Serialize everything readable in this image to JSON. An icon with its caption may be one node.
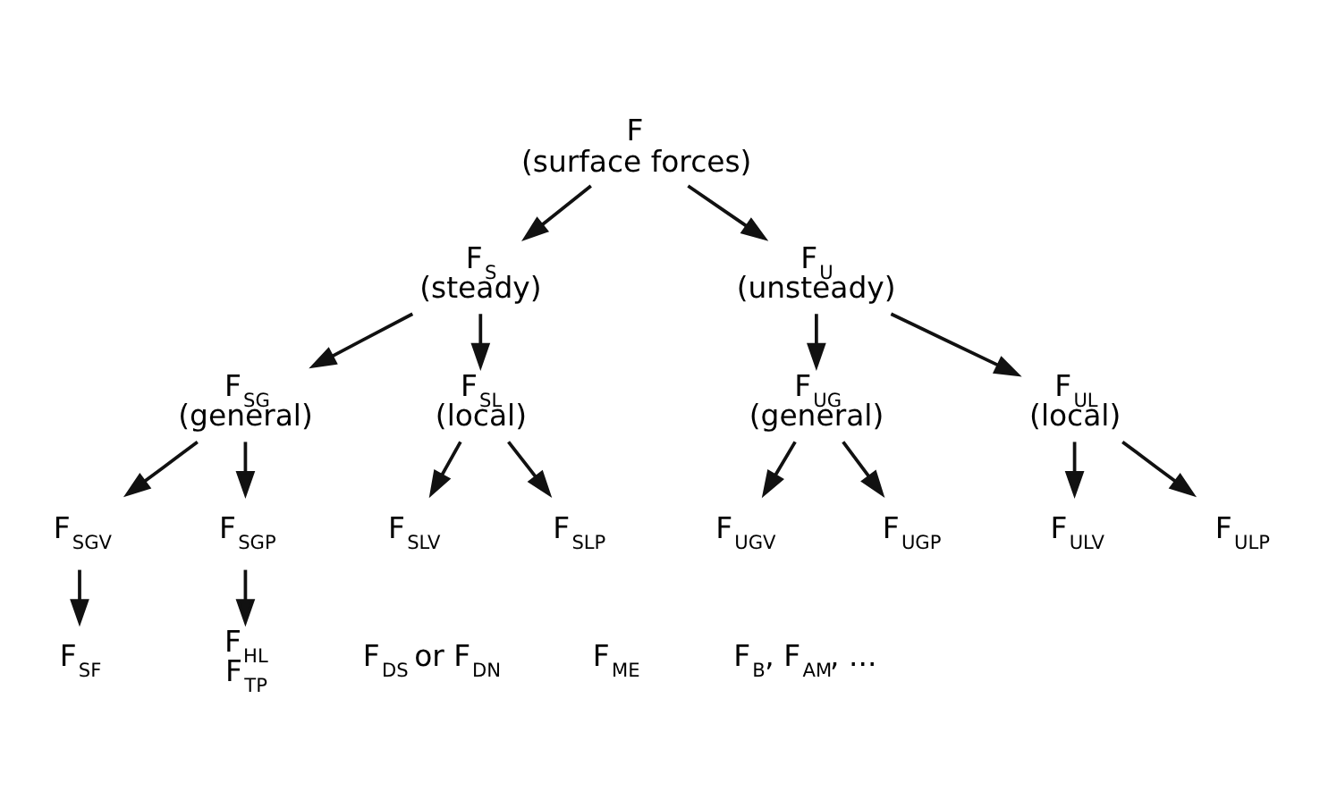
{
  "diagram": {
    "nodes": [
      {
        "text": [
          "F",
          "(surface forces)"
        ]
      },
      {
        "text": [
          "F$_{S}$",
          "(steady)"
        ]
      },
      {
        "text": [
          "F$_{U}$",
          "(unsteady)"
        ]
      },
      {
        "text": [
          "F$_{SG}$",
          "(general)"
        ]
      },
      {
        "text": [
          "F$_{SL}$",
          "(local)"
        ]
      },
      {
        "text": [
          "F$_{UG}$",
          "(general)"
        ]
      },
      {
        "text": [
          "F$_{UL}$",
          "(local)"
        ]
      },
      {
        "text": [
          "F$_{SGV}$"
        ]
      },
      {
        "text": [
          "F$_{SGP}$"
        ]
      },
      {
        "text": [
          "F$_{SLV}$"
        ]
      },
      {
        "text": [
          "F$_{SLP}$"
        ]
      },
      {
        "text": [
          "F$_{UGV}$"
        ]
      },
      {
        "text": [
          "F$_{UGP}$"
        ]
      },
      {
        "text": [
          "F$_{ULV}$"
        ]
      },
      {
        "text": [
          "F$_{ULP}$"
        ]
      },
      {
        "text": [
          "F$_{SF}$"
        ]
      },
      {
        "text": [
          "F$_{HL}$",
          "F$_{TP}$"
        ]
      }
    ],
    "edges": [
      {
        "from": 0,
        "to": 1,
        "arrow": "to"
      },
      {
        "from": 0,
        "to": 2,
        "arrow": "to"
      },
      {
        "from": 1,
        "to": 3,
        "arrow": "to"
      },
      {
        "from": 1,
        "to": 4,
        "arrow": "to"
      },
      {
        "from": 2,
        "to": 5,
        "arrow": "to"
      },
      {
        "from": 2,
        "to": 6,
        "arrow": "to"
      },
      {
        "from": 3,
        "to": 7,
        "arrow": "to"
      },
      {
        "from": 3,
        "to": 8,
        "arrow": "to"
      },
      {
        "from": 4,
        "to": 9,
        "arrow": "to"
      },
      {
        "from": 4,
        "to": 10,
        "arrow": "to"
      },
      {
        "from": 5,
        "to": 11,
        "arrow": "to"
      },
      {
        "from": 5,
        "to": 12,
        "arrow": "to"
      },
      {
        "from": 6,
        "to": 13,
        "arrow": "to"
      },
      {
        "from": 6,
        "to": 14,
        "arrow": "to"
      },
      {
        "from": 7,
        "to": 15,
        "arrow": "to"
      },
      {
        "from": 8,
        "to": 16,
        "arrow": "to"
      }
    ],
    "labels": [
      "F$_{DS}$ or F$_{DN}$",
      "F$_{ME}$",
      "F$_{B}$, F$_{AM}$, ..."
    ]
  }
}
